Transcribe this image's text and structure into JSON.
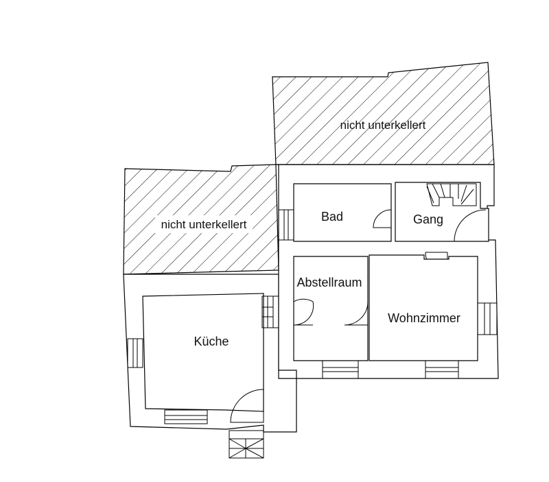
{
  "plan": {
    "unexcavated_top": "nicht unterkellert",
    "unexcavated_left": "nicht unterkellert",
    "rooms": {
      "bad": "Bad",
      "gang": "Gang",
      "abstellraum": "Abstellraum",
      "wohnzimmer": "Wohnzimmer",
      "kueche": "Küche"
    }
  },
  "colors": {
    "line": "#000000",
    "background": "#ffffff"
  }
}
